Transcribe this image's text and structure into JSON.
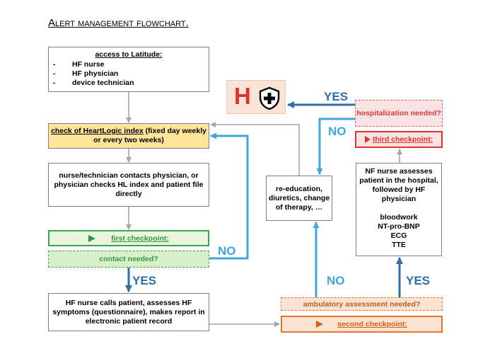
{
  "title": "Alert management flowchart.",
  "access": {
    "heading": "access to Latitude:",
    "items": [
      {
        "bullet": "-",
        "text": "HF nurse"
      },
      {
        "bullet": "-",
        "text": "HF physician"
      },
      {
        "bullet": "-",
        "text": "device technician"
      }
    ]
  },
  "check": {
    "underlined": "check of HeartLogic index",
    "rest": " (fixed day weekly or every two weeks)"
  },
  "nurse_contacts": "nurse/technician contacts physician, or physician checks HL index and patient file directly",
  "first_checkpoint": "first checkpoint:",
  "contact_needed": "contact needed?",
  "hf_nurse_calls": "HF nurse calls patient, assesses HF symptoms (questionnaire), makes report in electronic patient record",
  "reeducation": "re-education, diuretics, change of therapy, …",
  "assessment": {
    "lines": [
      "NF nurse assesses patient in the hospital, followed by HF physician"
    ],
    "tests": [
      "bloodwork",
      "NT-pro-BNP",
      "ECG",
      "TTE"
    ]
  },
  "ambulatory": "ambulatory assessment needed?",
  "second_checkpoint": "second checkpoint:",
  "hospitalization": "hospitalization needed?",
  "third_checkpoint": "third checkpoint:",
  "hospital_letter": "H",
  "labels": {
    "yes_hosp": "YES",
    "no_hosp": "NO",
    "no_contact": "NO",
    "yes_contact": "YES",
    "no_ambu": "NO",
    "yes_ambu": "YES"
  },
  "icons": [
    "hospital-h-icon",
    "medical-shield-icon",
    "play-triangle-icon"
  ],
  "colors": {
    "green": "#3aa84a",
    "orange": "#e9742a",
    "red": "#e03131",
    "blue_arrow": "#3ea6dd",
    "dark_blue_arrow": "#2f6ea8",
    "yellow": "#ffe599",
    "gray_arrow": "#a6a6a6"
  }
}
